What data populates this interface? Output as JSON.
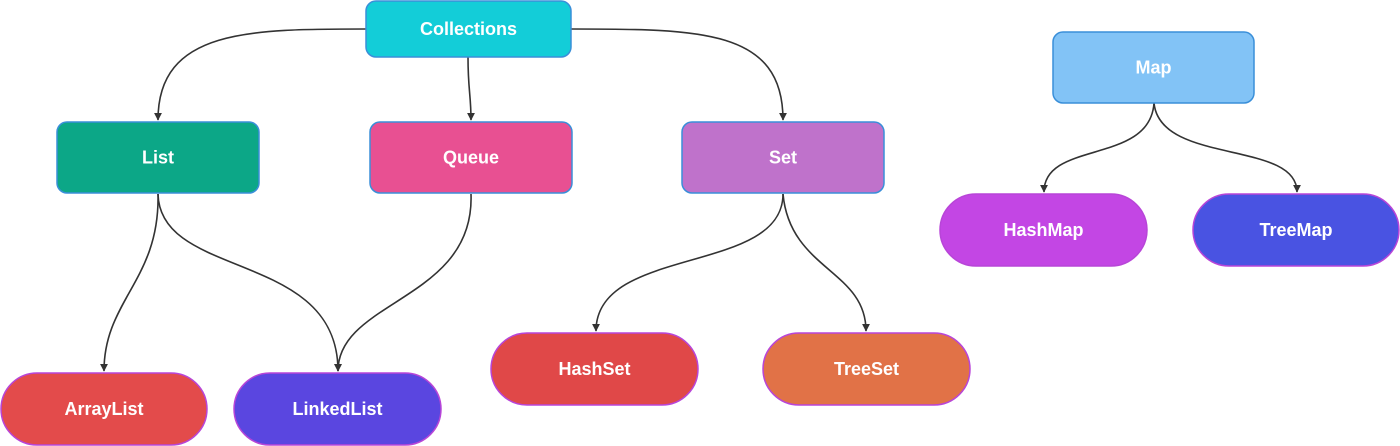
{
  "diagram": {
    "nodes": [
      {
        "id": "collections",
        "label": "Collections",
        "shape": "rect",
        "fill": "#13CDD8",
        "stroke": "#3A8FD9"
      },
      {
        "id": "list",
        "label": "List",
        "shape": "rect",
        "fill": "#0CA787",
        "stroke": "#3A8FD9"
      },
      {
        "id": "queue",
        "label": "Queue",
        "shape": "rect",
        "fill": "#E85092",
        "stroke": "#3A8FD9"
      },
      {
        "id": "set",
        "label": "Set",
        "shape": "rect",
        "fill": "#BF72CB",
        "stroke": "#3A8FD9"
      },
      {
        "id": "map",
        "label": "Map",
        "shape": "rect",
        "fill": "#82C3F6",
        "stroke": "#3A8FD9"
      },
      {
        "id": "arraylist",
        "label": "ArrayList",
        "shape": "pill",
        "fill": "#E34B4B",
        "stroke": "#B845D8"
      },
      {
        "id": "linkedlist",
        "label": "LinkedList",
        "shape": "pill",
        "fill": "#5A46E0",
        "stroke": "#B845D8"
      },
      {
        "id": "hashset",
        "label": "HashSet",
        "shape": "pill",
        "fill": "#E04848",
        "stroke": "#B845D8"
      },
      {
        "id": "treeset",
        "label": "TreeSet",
        "shape": "pill",
        "fill": "#E17247",
        "stroke": "#B845D8"
      },
      {
        "id": "hashmap",
        "label": "HashMap",
        "shape": "pill",
        "fill": "#C346E4",
        "stroke": "#B845D8"
      },
      {
        "id": "treemap",
        "label": "TreeMap",
        "shape": "pill",
        "fill": "#4953E2",
        "stroke": "#B845D8"
      }
    ],
    "edges": [
      {
        "from": "collections",
        "to": "list"
      },
      {
        "from": "collections",
        "to": "queue"
      },
      {
        "from": "collections",
        "to": "set"
      },
      {
        "from": "list",
        "to": "arraylist"
      },
      {
        "from": "list",
        "to": "linkedlist"
      },
      {
        "from": "queue",
        "to": "linkedlist"
      },
      {
        "from": "set",
        "to": "hashset"
      },
      {
        "from": "set",
        "to": "treeset"
      },
      {
        "from": "map",
        "to": "hashmap"
      },
      {
        "from": "map",
        "to": "treemap"
      }
    ],
    "edge_color": "#333333"
  }
}
